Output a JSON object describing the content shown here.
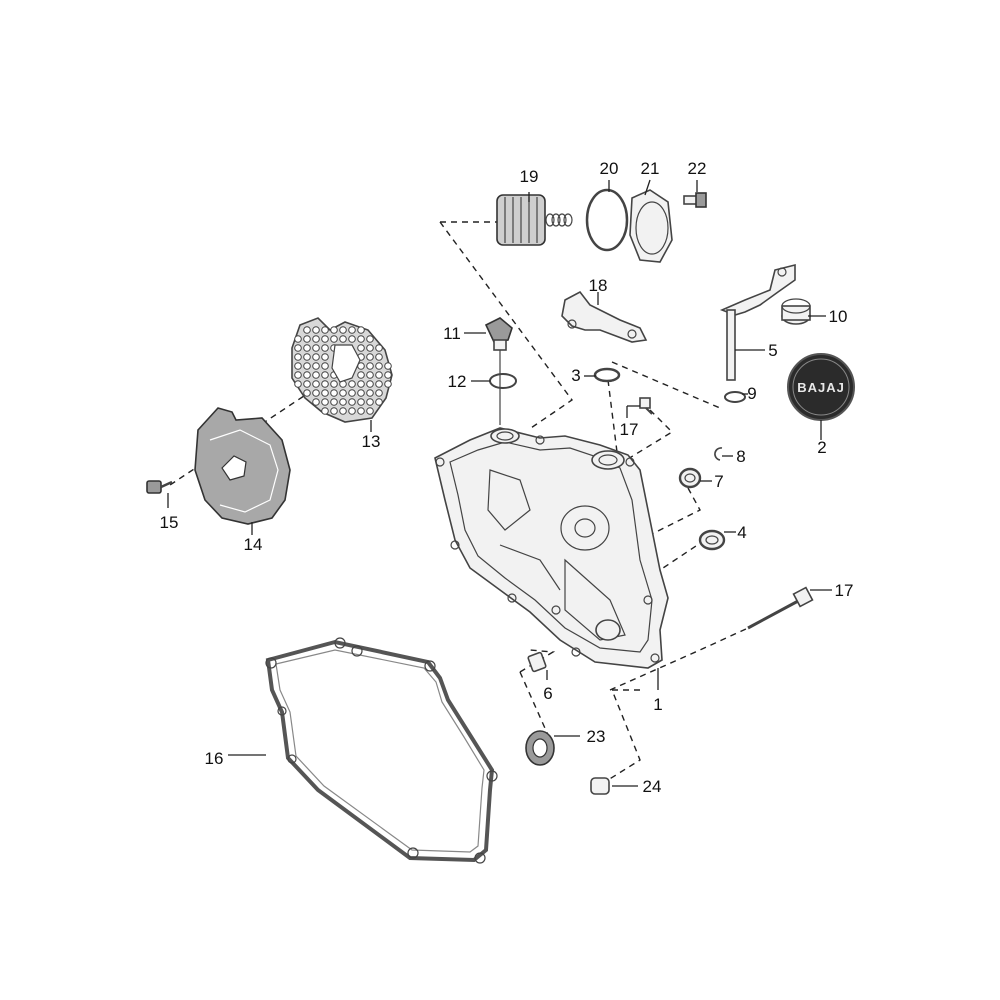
{
  "diagram": {
    "callouts": {
      "p1": "1",
      "p2": "2",
      "p3": "3",
      "p4": "4",
      "p5": "5",
      "p6": "6",
      "p7": "7",
      "p8": "8",
      "p9": "9",
      "p10": "10",
      "p11": "11",
      "p12": "12",
      "p13": "13",
      "p14": "14",
      "p15": "15",
      "p16": "16",
      "p17a": "17",
      "p17b": "17",
      "p18": "18",
      "p19": "19",
      "p20": "20",
      "p21": "21",
      "p22": "22",
      "p23": "23",
      "p24": "24"
    },
    "logo_text": "BAJAJ"
  }
}
